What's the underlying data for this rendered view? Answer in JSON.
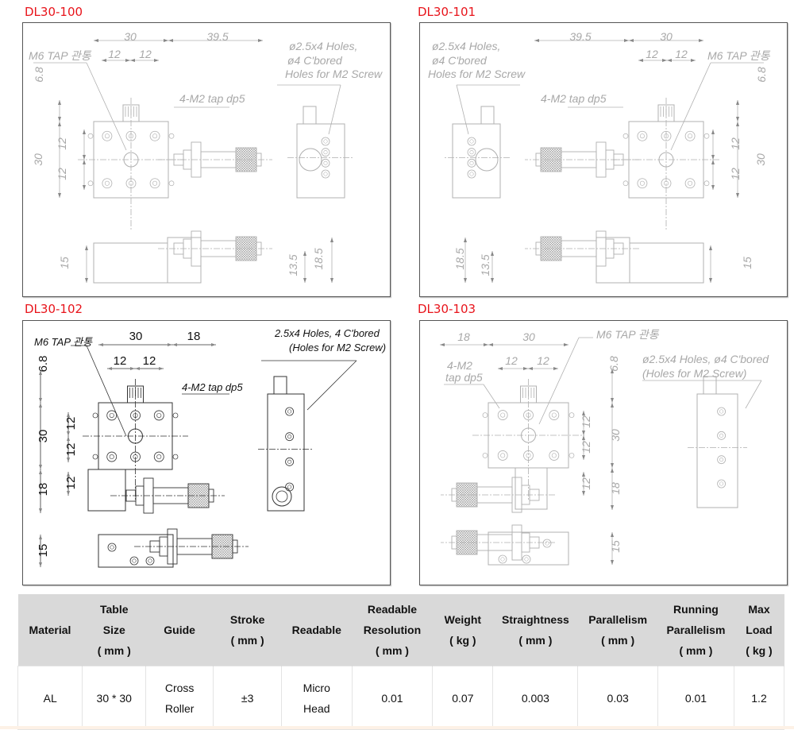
{
  "colors": {
    "title": "#e8141b",
    "header_bg": "#d9d9d9",
    "drawing_light": "#a8a8a8",
    "drawing_dark": "#111111"
  },
  "panels": [
    {
      "title": "DL30-100",
      "labels": {
        "w30": "30",
        "w395": "39.5",
        "a12": "12",
        "b12": "12",
        "m6": "M6 TAP 관통",
        "h68": "6.8",
        "h30": "30",
        "v12a": "12",
        "v12b": "12",
        "tap": "4-M2 tap dp5",
        "holes1": "ø2.5x4 Holes,",
        "holes2": "ø4 C'bored",
        "holes3": "Holes for M2 Screw",
        "h15": "15",
        "h135": "13.5",
        "h185": "18.5"
      }
    },
    {
      "title": "DL30-101",
      "labels": {
        "w395": "39.5",
        "w30": "30",
        "a12": "12",
        "b12": "12",
        "m6": "M6 TAP 관통",
        "holes1": "ø2.5x4 Holes,",
        "holes2": "ø4 C'bored",
        "holes3": "Holes for M2 Screw",
        "tap": "4-M2 tap dp5",
        "h68": "6.8",
        "v12a": "12",
        "v12b": "12",
        "h30": "30",
        "h185": "18.5",
        "h135": "13.5",
        "h15": "15"
      }
    },
    {
      "title": "DL30-102",
      "labels": {
        "m6": "M6 TAP 관통",
        "w30": "30",
        "w18": "18",
        "a12": "12",
        "b12": "12",
        "h68": "6.8",
        "tap": "4-M2 tap dp5",
        "h30": "30",
        "v12a": "12",
        "v12b": "12",
        "h18": "18",
        "v12c": "12",
        "holes1": "2.5x4 Holes,   4 C'bored",
        "holes2": "(Holes for M2 Screw)",
        "h15": "15"
      }
    },
    {
      "title": "DL30-103",
      "labels": {
        "w18": "18",
        "w30": "30",
        "a12": "12",
        "b12": "12",
        "m6": "M6 TAP 관통",
        "tap1": "4-M2",
        "tap2": "tap dp5",
        "h68": "6.8",
        "holes1": "ø2.5x4 Holes, ø4 C'bored",
        "holes2": "(Holes for M2 Screw)",
        "v12a": "12",
        "v12b": "12",
        "h30": "30",
        "v12c": "12",
        "h18": "18",
        "h15": "15"
      }
    }
  ],
  "specs": {
    "headers": [
      [
        "Material"
      ],
      [
        "Table",
        "Size",
        "( mm )"
      ],
      [
        "Guide"
      ],
      [
        "Stroke",
        "( mm )"
      ],
      [
        "Readable"
      ],
      [
        "Readable",
        "Resolution",
        "( mm )"
      ],
      [
        "Weight",
        "( kg )"
      ],
      [
        "Straightness",
        "( mm )"
      ],
      [
        "Parallelism",
        "( mm )"
      ],
      [
        "Running",
        "Parallelism",
        "( mm )"
      ],
      [
        "Max",
        "Load",
        "( kg )"
      ]
    ],
    "row": [
      [
        "AL"
      ],
      [
        "30 * 30"
      ],
      [
        "Cross",
        "Roller"
      ],
      [
        "±3"
      ],
      [
        "Micro",
        "Head"
      ],
      [
        "0.01"
      ],
      [
        "0.07"
      ],
      [
        "0.003"
      ],
      [
        "0.03"
      ],
      [
        "0.01"
      ],
      [
        "1.2"
      ]
    ]
  }
}
